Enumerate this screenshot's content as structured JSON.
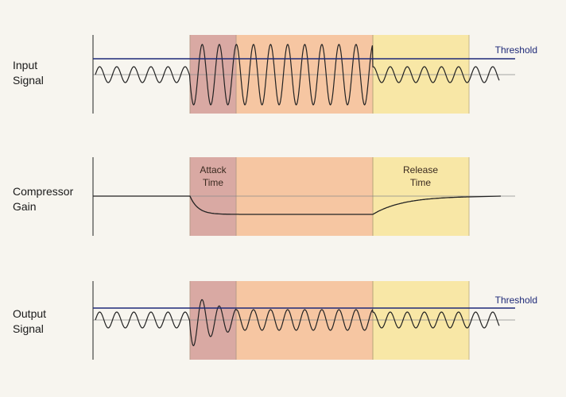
{
  "rows": {
    "input": {
      "label_line1": "Input",
      "label_line2": "Signal"
    },
    "gain": {
      "label_line1": "Compressor",
      "label_line2": "Gain"
    },
    "output": {
      "label_line1": "Output",
      "label_line2": "Signal"
    }
  },
  "threshold_label": "Threshold",
  "zones": {
    "attack": {
      "label_line1": "Attack",
      "label_line2": "Time"
    },
    "release": {
      "label_line1": "Release",
      "label_line2": "Time"
    }
  },
  "colors": {
    "attack_zone": "#d9a9a3",
    "hold_zone": "#f6c6a2",
    "release_zone": "#f8e7a6",
    "threshold_line": "#1f2a78",
    "signal": "#222222",
    "axis": "#222222",
    "baseline": "#8a8a8a"
  }
}
